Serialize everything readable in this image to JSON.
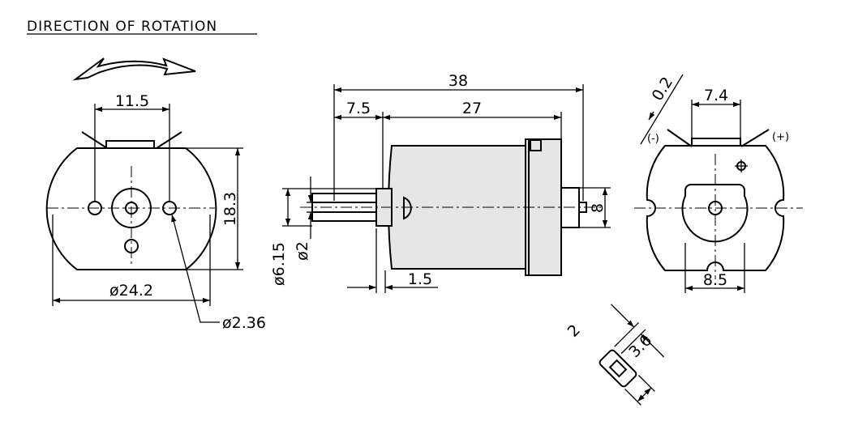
{
  "title": "DIRECTION OF ROTATION",
  "dims": {
    "front_hole_spacing": "11.5",
    "front_height": "18.3",
    "front_width": "ø24.2",
    "front_hole_dia": "ø2.36",
    "overall_length": "38",
    "shaft_length": "7.5",
    "body_length": "27",
    "shaft_dia": "ø2",
    "boss_dia": "ø6.15",
    "boss_height": "1.5",
    "rear_bushing": "8",
    "angle": "0.2",
    "terminal_spacing": "7.4",
    "rear_width": "8.5",
    "term_neg": "(-)",
    "term_pos": "(+)",
    "detail_a": "2",
    "detail_b": "3.6"
  }
}
